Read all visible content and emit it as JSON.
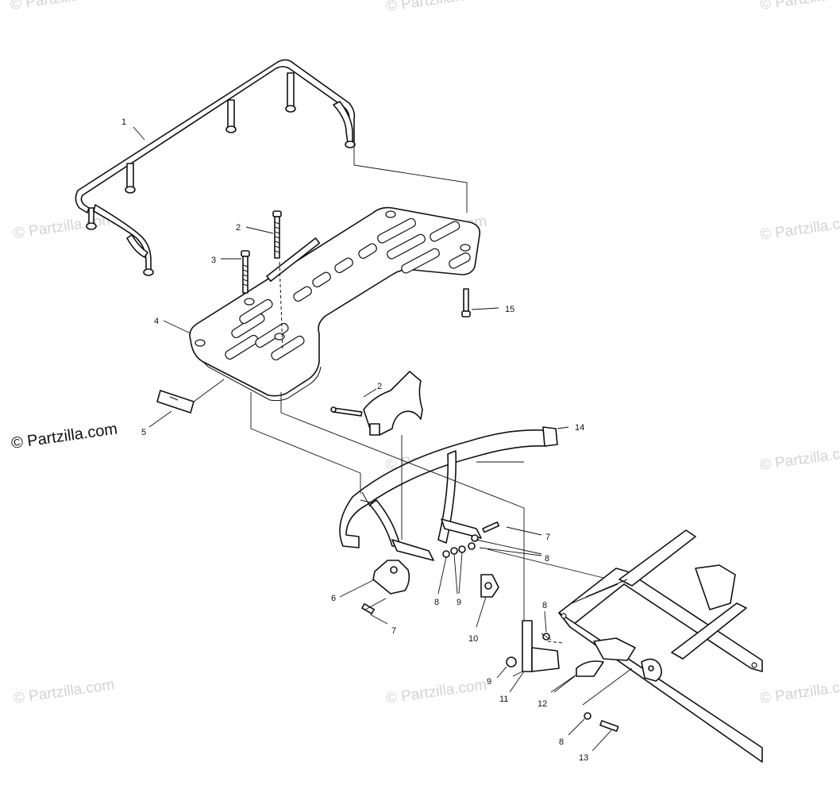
{
  "watermark": "© Partzilla.com",
  "copyright": "© Partzilla.com",
  "callouts": [
    "1",
    "2",
    "3",
    "4",
    "5",
    "2",
    "14",
    "7",
    "8",
    "6",
    "8",
    "9",
    "7",
    "10",
    "8",
    "9",
    "11",
    "12",
    "8",
    "13",
    "15"
  ],
  "colors": {
    "line": "#111111",
    "watermark": "#d3d3d3",
    "background": "#ffffff"
  }
}
